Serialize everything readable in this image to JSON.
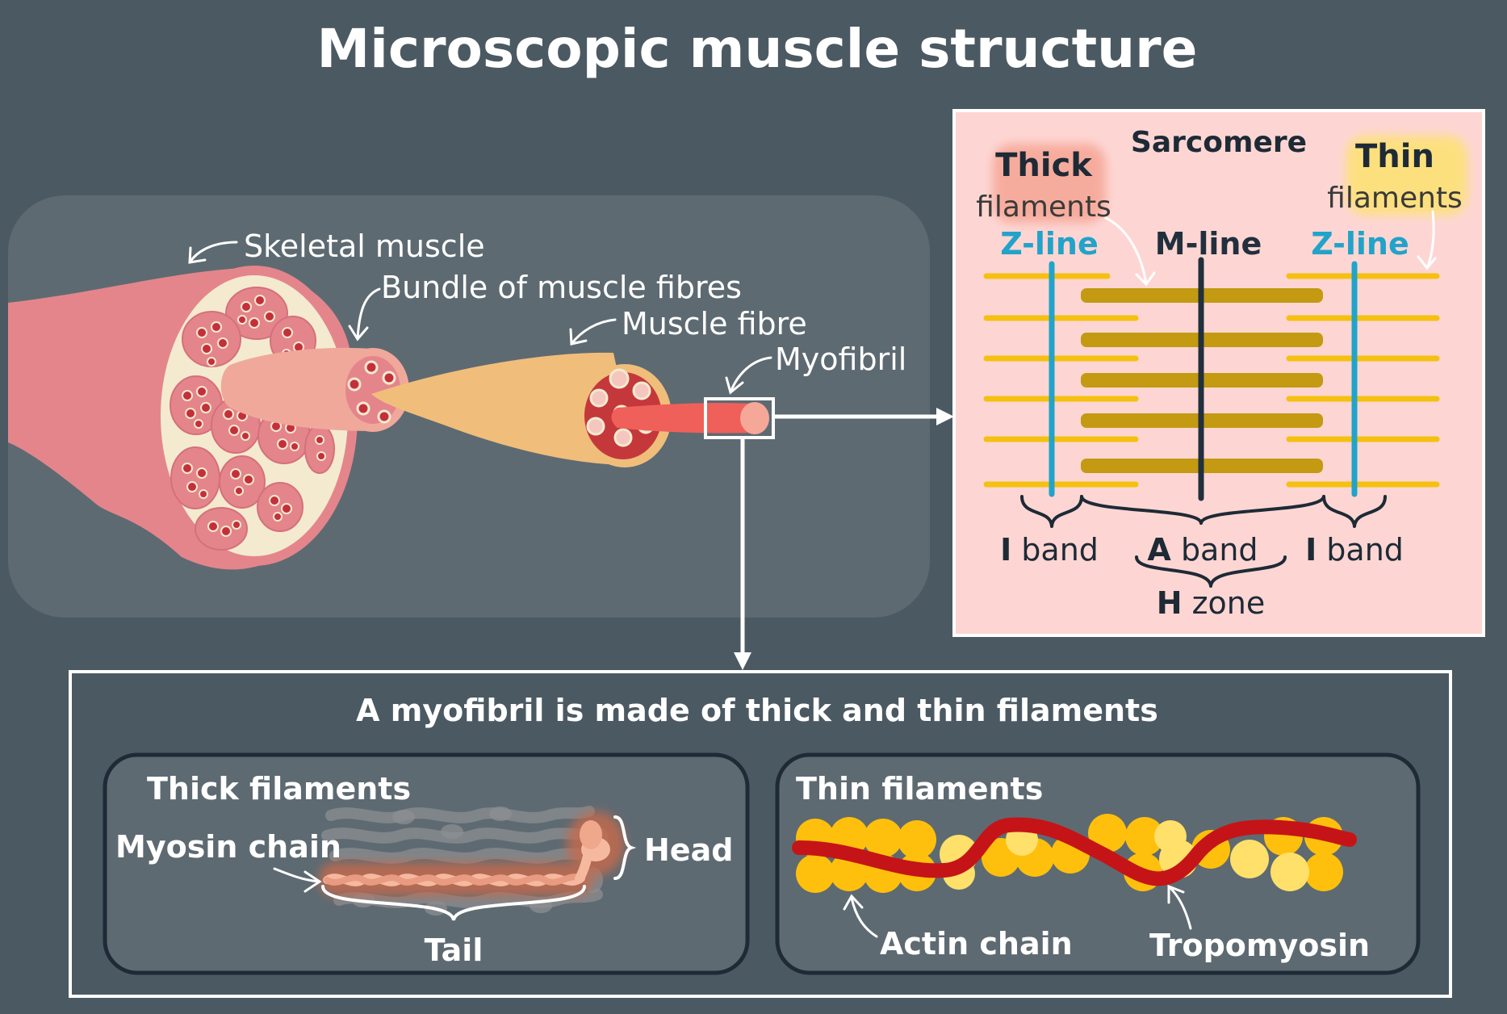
{
  "title": "Microscopic muscle structure",
  "overview": {
    "skeletal_muscle": "Skeletal muscle",
    "bundle": "Bundle of muscle fibres",
    "muscle_fibre": "Muscle fibre",
    "myofibril": "Myofibril"
  },
  "sarcomere": {
    "title": "Sarcomere",
    "thick_title": "Thick",
    "thick_sub": "filaments",
    "thin_title": "Thin",
    "thin_sub": "filaments",
    "z_line": "Z-line",
    "m_line": "M-line",
    "i_band_letter": "I",
    "a_band_letter": "A",
    "h_zone_letter": "H",
    "band_word": "band",
    "zone_word": "zone"
  },
  "myofibril_panel": {
    "heading": "A myofibril is made of thick and thin filaments",
    "thick": {
      "title": "Thick filaments",
      "myosin": "Myosin chain",
      "head": "Head",
      "tail": "Tail"
    },
    "thin": {
      "title": "Thin filaments",
      "actin": "Actin chain",
      "tropomyosin": "Tropomyosin"
    }
  },
  "colors": {
    "background": "#4b5962",
    "muscle": "#e4858c",
    "bundle": "#f0a89a",
    "fibre": "#f0be7a",
    "myofibril": "#f0605a",
    "sarcomere_bg": "#fdd6d3",
    "thin_filament": "#f5c010",
    "thick_filament": "#c39a12",
    "z_line": "#22a3c9",
    "m_line": "#22303d",
    "actin": "#fec00c",
    "tropomyosin": "#c51417"
  }
}
